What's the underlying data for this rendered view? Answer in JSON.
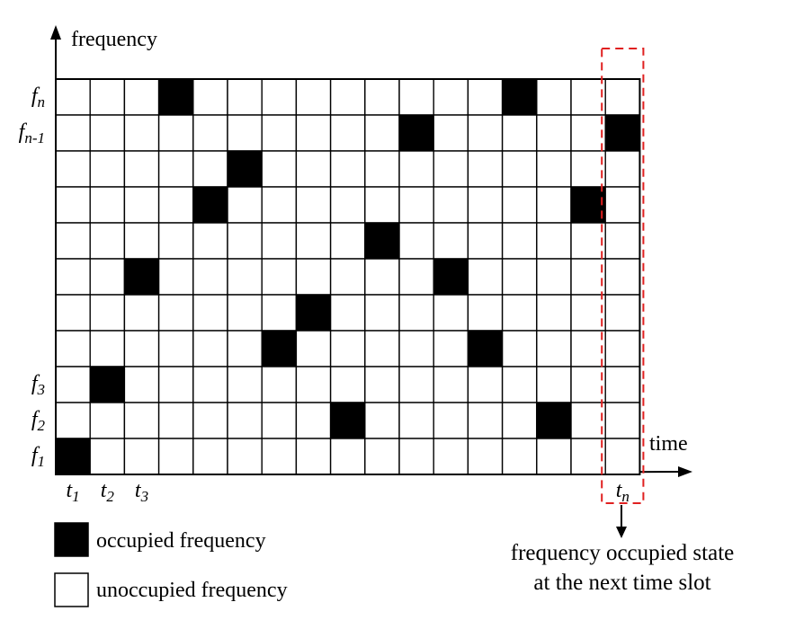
{
  "axes": {
    "y_label": "frequency",
    "x_label": "time"
  },
  "grid": {
    "rows": 11,
    "cols": 17,
    "occupied_cells": [
      [
        0,
        3
      ],
      [
        0,
        13
      ],
      [
        1,
        10
      ],
      [
        1,
        16
      ],
      [
        2,
        5
      ],
      [
        3,
        4
      ],
      [
        3,
        15
      ],
      [
        4,
        9
      ],
      [
        5,
        2
      ],
      [
        5,
        11
      ],
      [
        6,
        7
      ],
      [
        7,
        6
      ],
      [
        7,
        12
      ],
      [
        8,
        1
      ],
      [
        9,
        8
      ],
      [
        9,
        14
      ],
      [
        10,
        0
      ]
    ],
    "colors": {
      "occupied": "#000000",
      "unoccupied": "#ffffff",
      "highlight": "#e02020"
    }
  },
  "row_labels": [
    {
      "row": 0,
      "base": "f",
      "sub": "n"
    },
    {
      "row": 1,
      "base": "f",
      "sub": "n-1"
    },
    {
      "row": 8,
      "base": "f",
      "sub": "3"
    },
    {
      "row": 9,
      "base": "f",
      "sub": "2"
    },
    {
      "row": 10,
      "base": "f",
      "sub": "1"
    }
  ],
  "col_labels": [
    {
      "col": 0,
      "base": "t",
      "sub": "1"
    },
    {
      "col": 1,
      "base": "t",
      "sub": "2"
    },
    {
      "col": 2,
      "base": "t",
      "sub": "3"
    },
    {
      "col": 16,
      "base": "t",
      "sub": "n"
    }
  ],
  "legend": {
    "occupied": "occupied frequency",
    "unoccupied": "unoccupied frequency"
  },
  "annotation": {
    "line1": "frequency occupied state",
    "line2": "at the next time slot"
  }
}
